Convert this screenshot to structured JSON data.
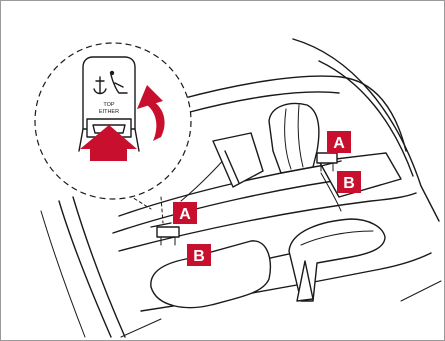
{
  "callouts": {
    "anchor_upper": "A",
    "bar_upper": "B",
    "anchor_lower": "A",
    "bar_lower": "B"
  },
  "inset": {
    "tag_line1": "TOP",
    "tag_line2": "EITHER"
  },
  "colors": {
    "accent": "#c8102e",
    "line": "#1a1a1a",
    "border": "#9a9a9a"
  },
  "icons": {
    "inset_tag_symbol": "child-seat-anchor-icon",
    "push_arrow": "arrow-up-icon",
    "rotate_arrow": "curved-arrow-icon"
  }
}
